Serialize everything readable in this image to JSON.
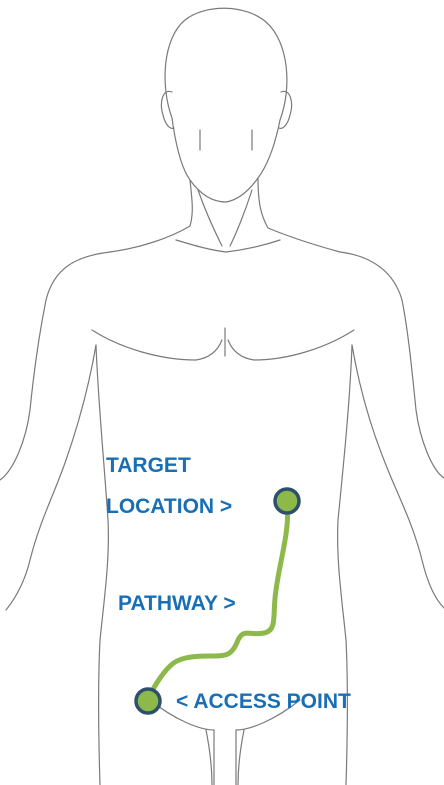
{
  "labels": {
    "target_line1": "TARGET",
    "target_line2": "LOCATION >",
    "pathway": "PATHWAY >",
    "access": "< ACCESS POINT"
  },
  "colors": {
    "label_text": "#1a6fb4",
    "pathway_line": "#8db84a",
    "marker_fill": "#8db84a",
    "marker_ring": "#2e4f6e",
    "body_outline": "#7a7a7a"
  }
}
